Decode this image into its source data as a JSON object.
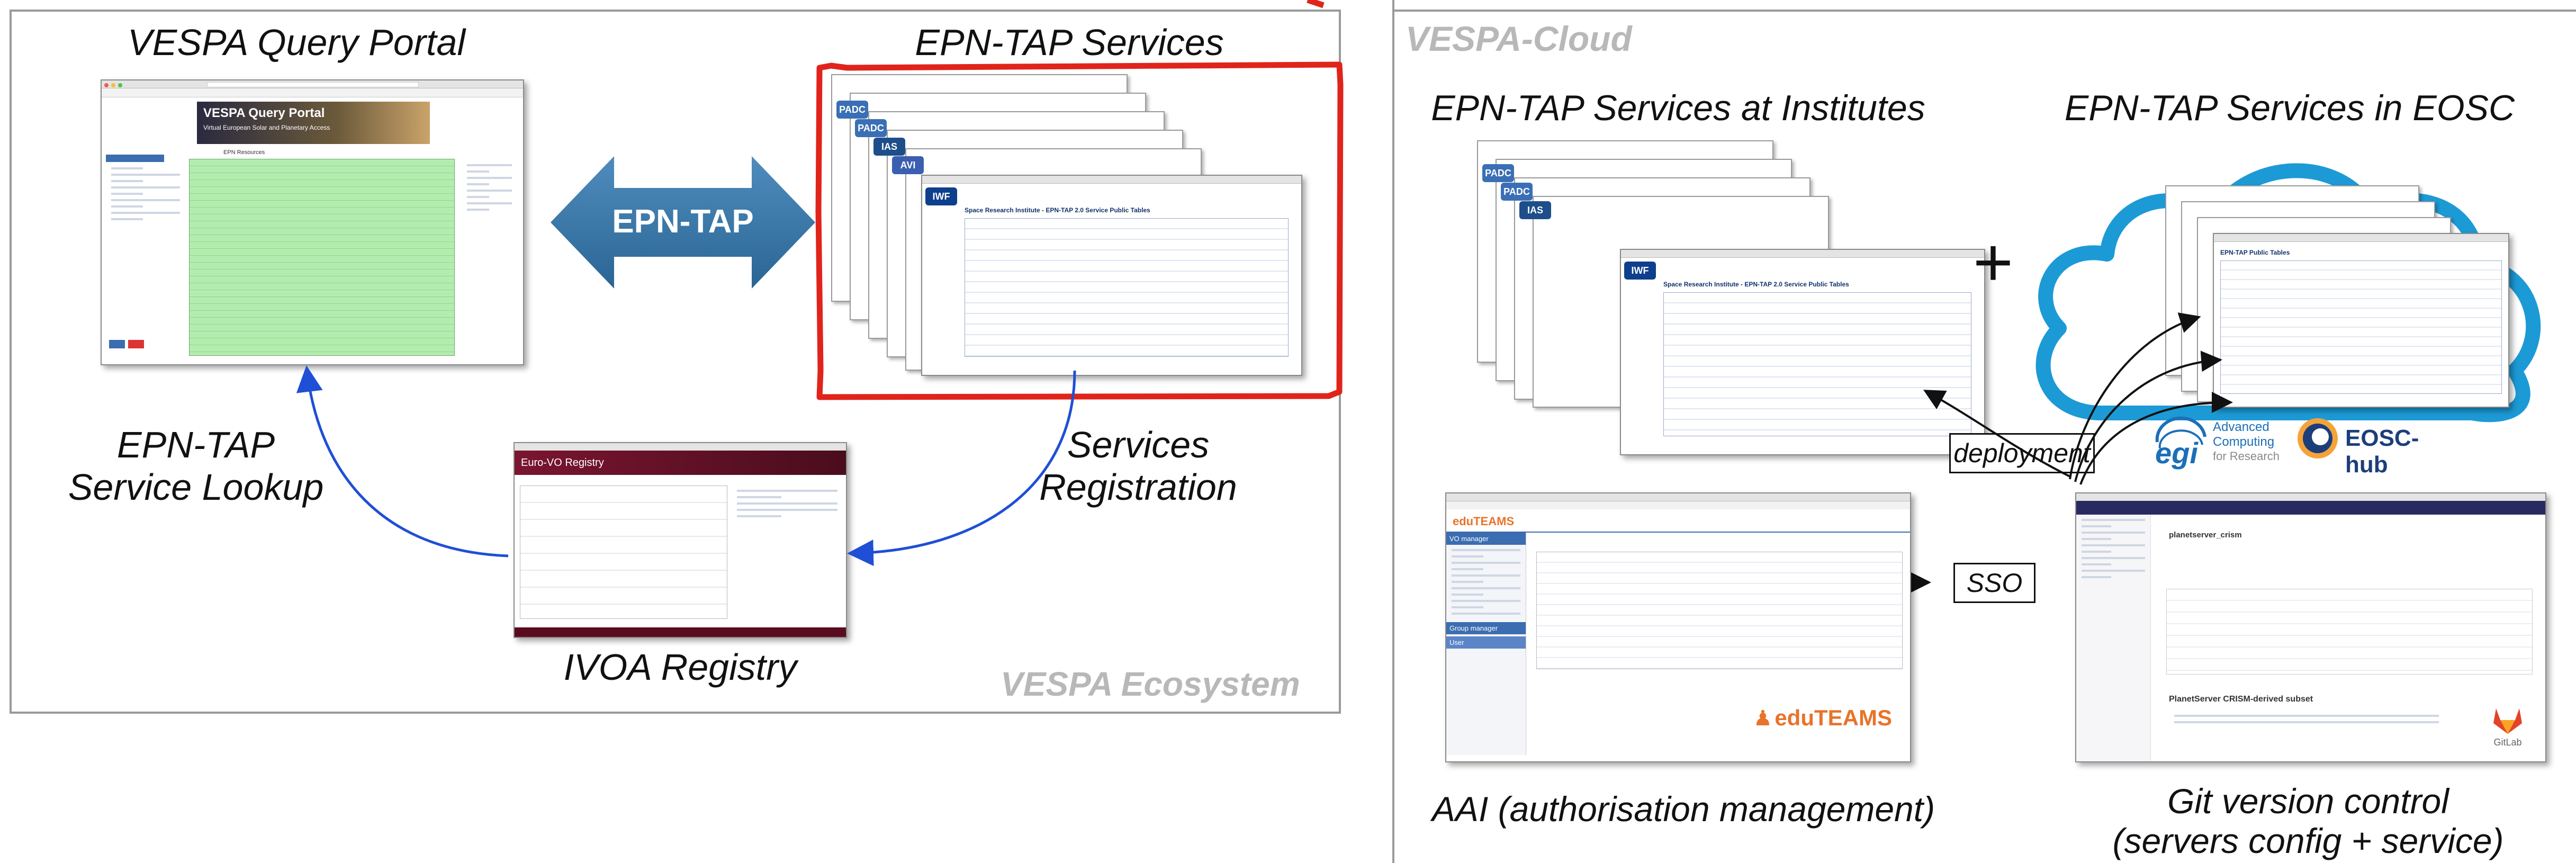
{
  "left_panel": {
    "query_portal_title": "VESPA Query Portal",
    "epn_tap_services_title": "EPN-TAP Services",
    "arrow_label": "EPN-TAP",
    "service_lookup": [
      "EPN-TAP",
      "Service Lookup"
    ],
    "services_registration": [
      "Services",
      "Registration"
    ],
    "registry_title": "IVOA Registry",
    "ecosystem_label": "VESPA Ecosystem"
  },
  "screenshots": {
    "portal_window_title": "VESPA Query Portal",
    "portal_banner": "Virtual European Solar and Planetary Access",
    "portal_section": "EPN Resources",
    "registry_header": "Euro-VO Registry",
    "services_page_title": "Space Research Institute - EPN-TAP 2.0 Service Public Tables",
    "eosc_page_title": "EPN-TAP Public Tables",
    "badges": [
      "PADC",
      "IAS",
      "AVI",
      "IWF"
    ]
  },
  "right_panel": {
    "cloud_title": "VESPA-Cloud",
    "institutes_title": "EPN-TAP Services at Institutes",
    "eosc_title": "EPN-TAP Services in EOSC",
    "plus": "+",
    "deployment": "deployment",
    "sso": "SSO",
    "egi_label": "egi",
    "egi_text": [
      "Advanced",
      "Computing",
      "for Research"
    ],
    "eosc_hub": "EOSC-hub",
    "aai_caption": "AAI (authorisation management)",
    "git_caption": [
      "Git version control",
      "(servers config + service)"
    ],
    "eduteams_brand": "eduTEAMS",
    "eduteams_app_title": "VO manager",
    "eduteams_group_manager": "Group manager",
    "eduteams_user": "User",
    "gitlab_repo": "planetserver_crism",
    "gitlab_readme": "PlanetServer CRISM-derived subset",
    "gitlab_logo": "GitLab"
  },
  "colors": {
    "arrow_blue": "#3b78a6",
    "red_frame": "#e0241b",
    "cloud_blue": "#1c9ad6",
    "connector_blue": "#1f4fd6",
    "grey_title": "#b8b8b8"
  }
}
